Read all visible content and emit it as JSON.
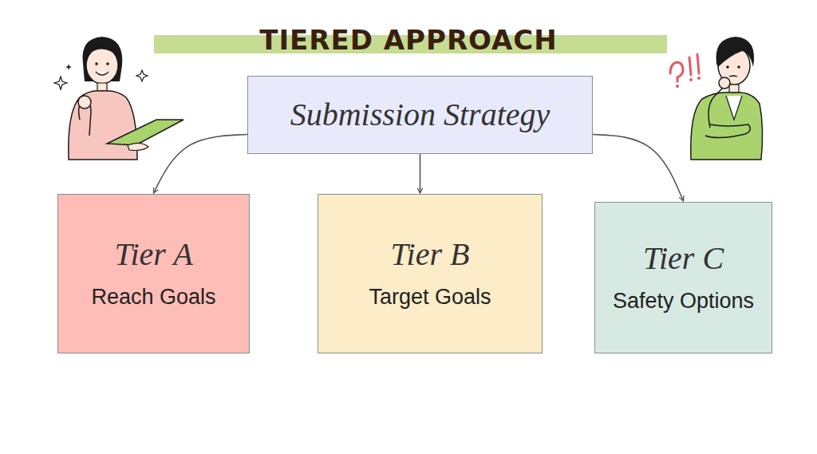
{
  "diagram": {
    "title": "TIERED APPROACH",
    "nodes": [
      {
        "text": [
          "Submission Strategy"
        ]
      },
      {
        "text": [
          "Tier A",
          "Reach Goals"
        ]
      },
      {
        "text": [
          "Tier B",
          "Target Goals"
        ]
      },
      {
        "text": [
          "Tier C",
          "Safety Options"
        ]
      }
    ],
    "edges": [
      {
        "from": 0,
        "to": 1,
        "arrow": "to"
      },
      {
        "from": 0,
        "to": 2,
        "arrow": "to"
      },
      {
        "from": 0,
        "to": 3,
        "arrow": "to"
      }
    ]
  }
}
